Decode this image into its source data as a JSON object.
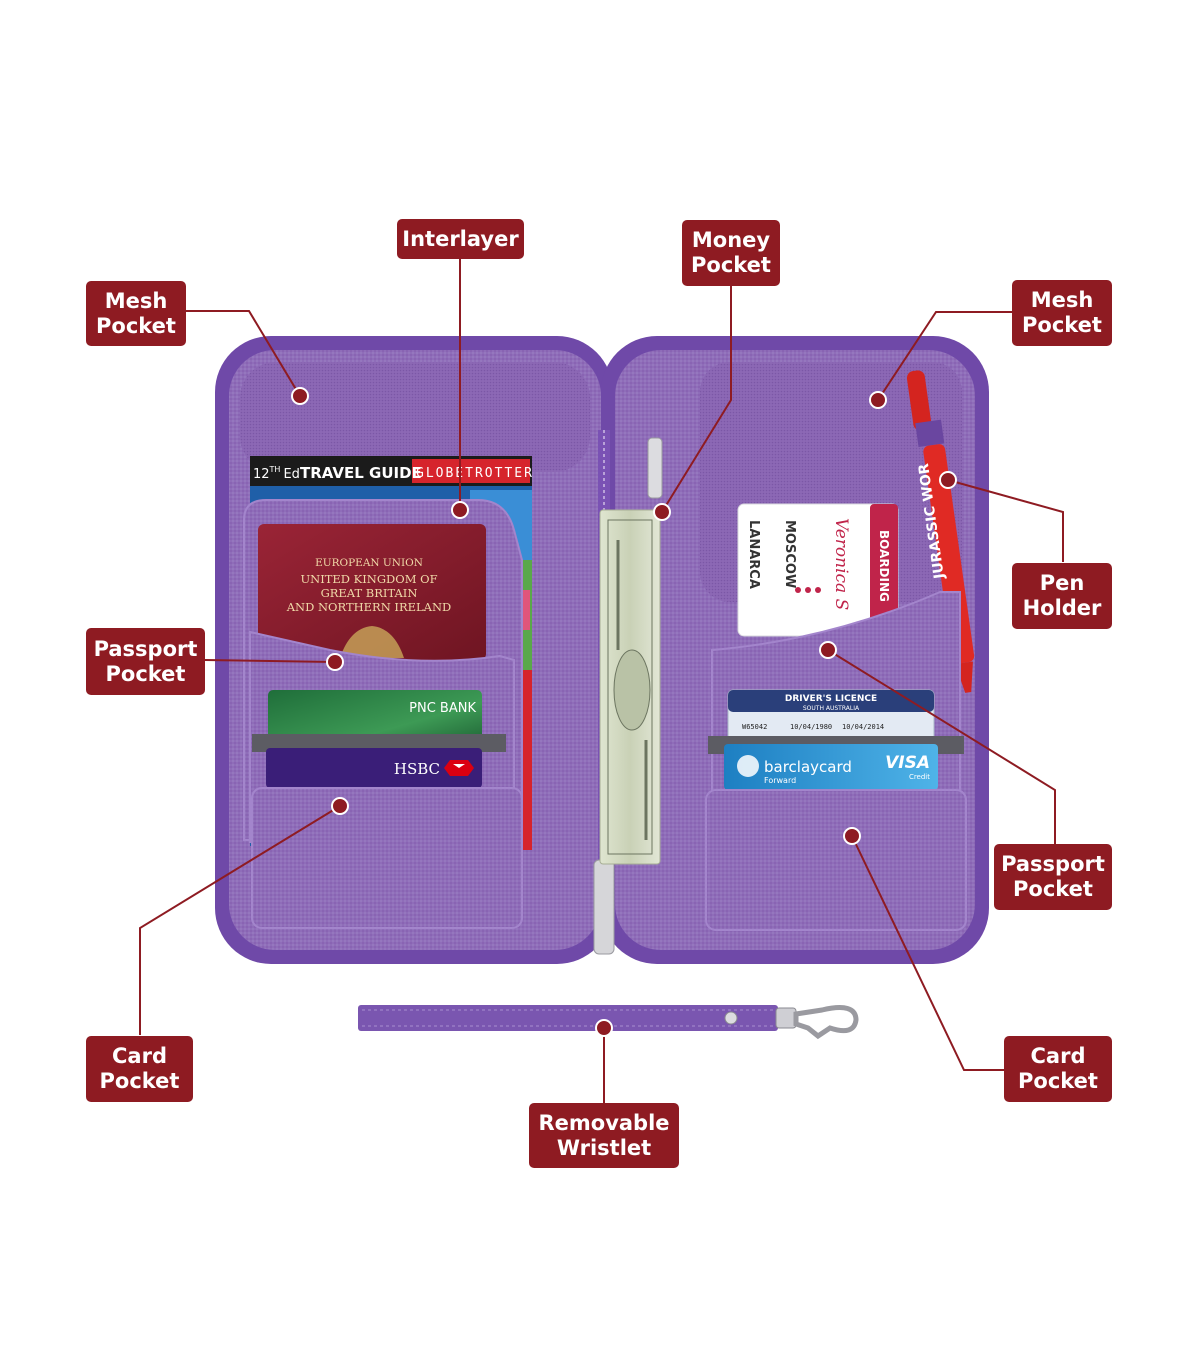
{
  "labels": {
    "mesh_pocket_left": [
      "Mesh",
      "Pocket"
    ],
    "interlayer": [
      "Interlayer"
    ],
    "money_pocket": [
      "Money",
      "Pocket"
    ],
    "mesh_pocket_right": [
      "Mesh",
      "Pocket"
    ],
    "pen_holder": [
      "Pen",
      "Holder"
    ],
    "passport_pocket_left": [
      "Passport",
      "Pocket"
    ],
    "passport_pocket_right": [
      "Passport",
      "Pocket"
    ],
    "card_pocket_left": [
      "Card",
      "Pocket"
    ],
    "card_pocket_right": [
      "Card",
      "Pocket"
    ],
    "removable_wristlet": [
      "Removable",
      "Wristlet"
    ]
  },
  "items": {
    "travel_guide": {
      "edition": "12",
      "edition_sup": "TH",
      "edition_suffix": "Ed",
      "title": "TRAVEL GUIDE",
      "brand": "GLOBETROTTER"
    },
    "passport": [
      "EUROPEAN UNION",
      "UNITED KINGDOM OF",
      "GREAT BRITAIN",
      "AND NORTHERN IRELAND"
    ],
    "pnc_card": "PNC BANK",
    "hsbc_card": "HSBC",
    "boarding_pass": {
      "title": "BOARDING",
      "name": "Veronica S",
      "to_city": "MOSCOW",
      "from_city": "LANARCA"
    },
    "pen": "JURASSIC WOR",
    "drivers_licence": {
      "title": "DRIVER'S LICENCE",
      "state": "SOUTH AUSTRALIA",
      "number": "W65042",
      "dob": "10/04/1980",
      "expiry": "10/04/2014"
    },
    "barclaycard": {
      "brand": "barclaycard",
      "sub": "Forward",
      "network": "VISA",
      "type": "Credit"
    }
  },
  "colors": {
    "label_bg": "#8e1b22",
    "fabric": "#8e6ab8",
    "fabric_dark": "#6a46a0",
    "zipper": "#7a52b4",
    "passport": "#8a1e2e"
  }
}
